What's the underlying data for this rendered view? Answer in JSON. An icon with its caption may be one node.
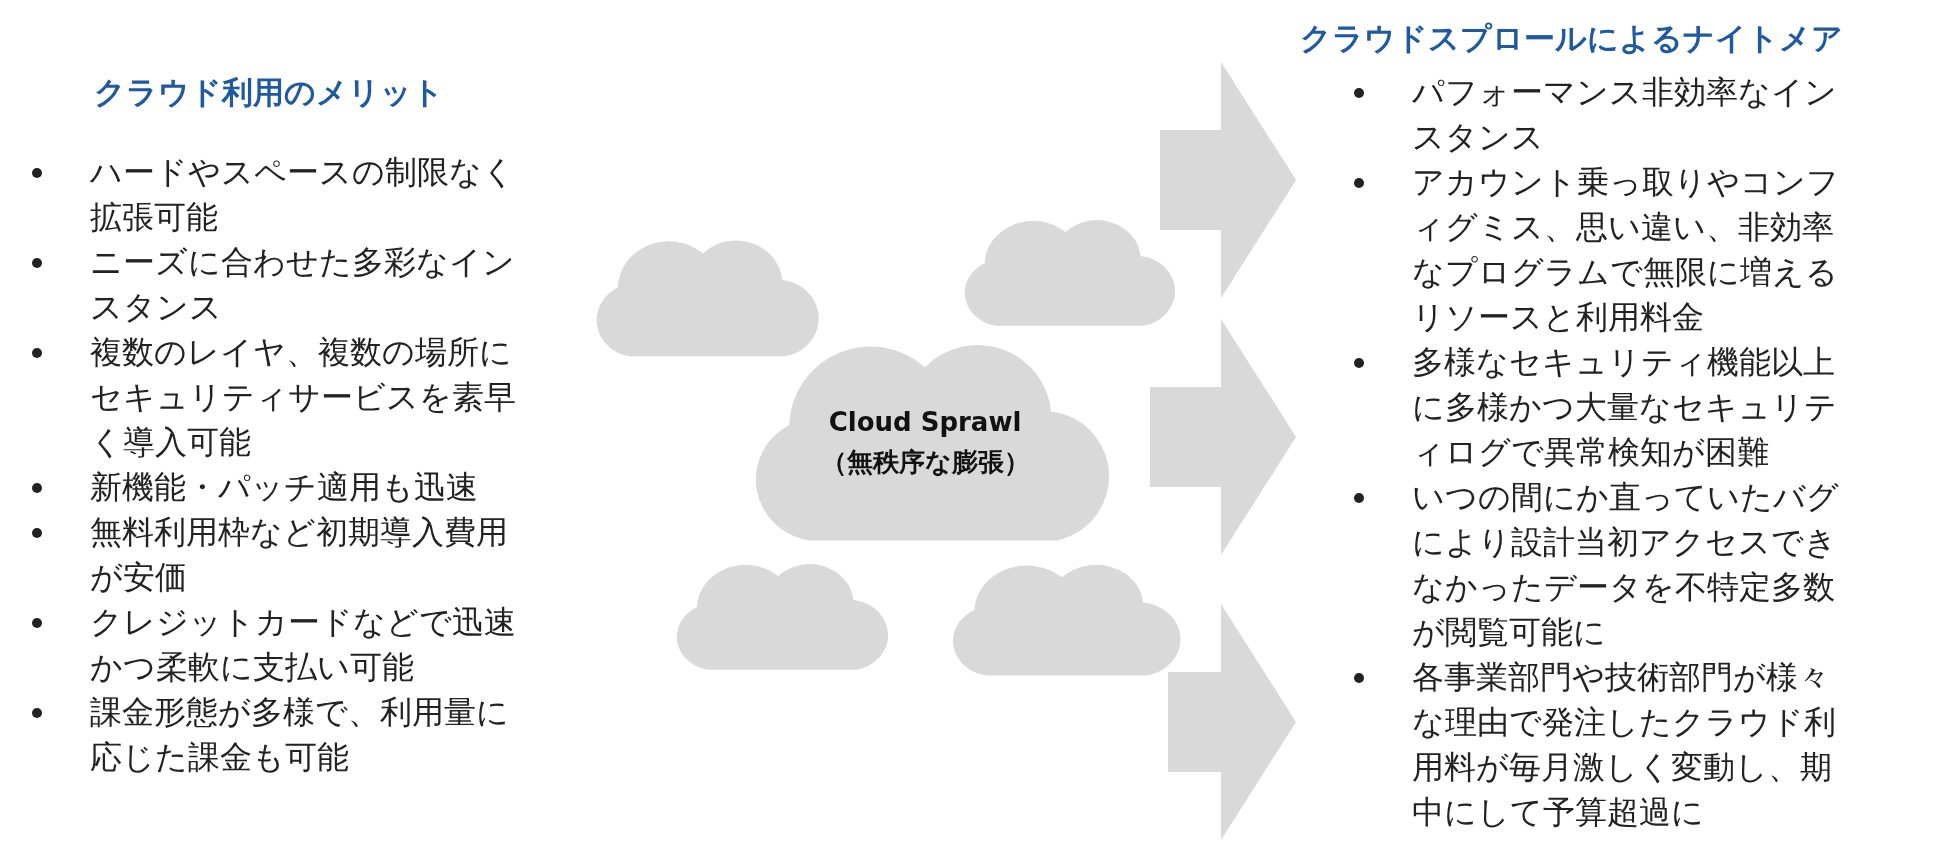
{
  "diagram": {
    "nodes": [
      {
        "text": [],
        "shape": "cloud"
      },
      {
        "text": [],
        "shape": "cloud"
      },
      {
        "text": [
          "Cloud Sprawl",
          "（無秩序な膨張）"
        ]
      },
      {
        "text": [],
        "shape": "cloud"
      },
      {
        "text": [],
        "shape": "cloud"
      },
      {
        "text": [
          "クラウドスプロールによるナイトメア",
          "パフォーマンス非効率なインスタンス",
          "アカウント乗っ取りやコンフィグミス、思い違い、非効率なプログラムで無限に増えるリソースと利用料金",
          "多様なセキュリティ機能以上に多様かつ大量なセキュリティログで異常検知が困難",
          "いつの間にか直っていたバグにより設計当初アクセスできなかったデータを不特定多数が閲覧可能に",
          "各事業部門や技術部門が様々な理由で発注したクラウド利用料が毎月激しく変動し、期中にして予算超過に"
        ]
      }
    ],
    "edges": [
      {
        "from": null,
        "to": 5,
        "arrow": "to"
      },
      {
        "from": null,
        "to": 5,
        "arrow": "to"
      },
      {
        "from": null,
        "to": 5,
        "arrow": "to"
      }
    ],
    "labels": [
      "クラウド利用のメリット",
      "ハードやスペースの制限なく拡張可能",
      "ニーズに合わせた多彩なインスタンス",
      "複数のレイヤ、複数の場所にセキュリティサービスを素早く導入可能",
      "新機能・パッチ適用も迅速",
      "無料利用枠など初期導入費用が安価",
      "クレジットカードなどで迅速かつ柔軟に支払い可能",
      "課金形態が多様で、利用量に応じた課金も可能"
    ]
  }
}
